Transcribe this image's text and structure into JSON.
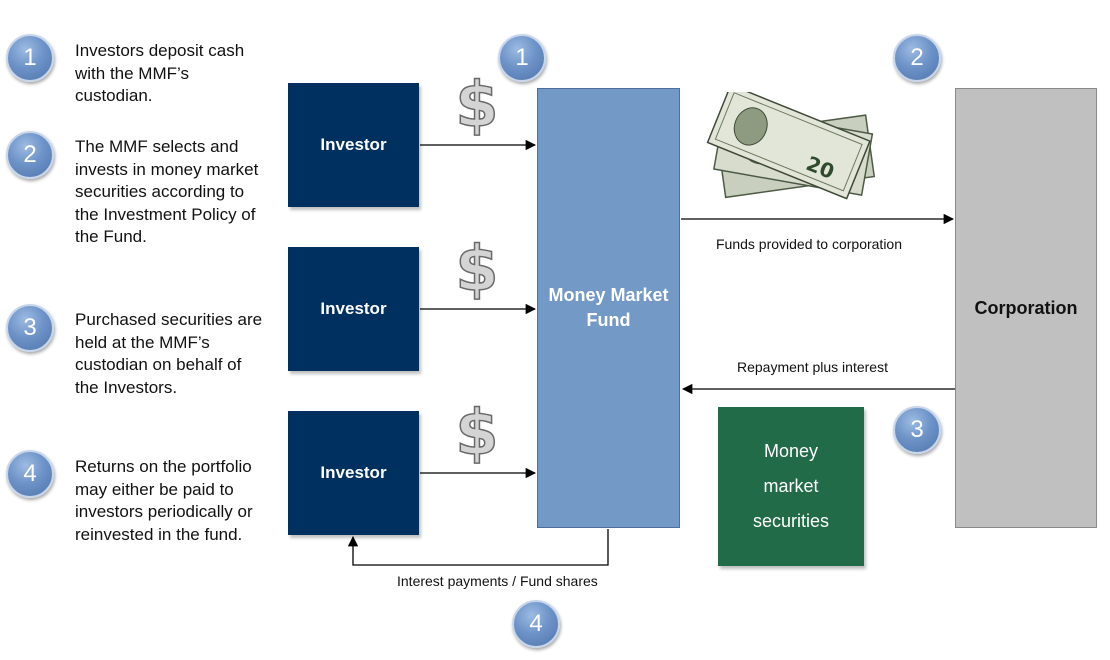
{
  "steps": [
    {
      "number": "1",
      "text": "Investors deposit cash with the MMF’s custodian."
    },
    {
      "number": "2",
      "text": "The MMF selects and invests in money market securities according to the Investment Policy of the Fund."
    },
    {
      "number": "3",
      "text": "Purchased securities are held at the MMF’s custodian on behalf of the Investors."
    },
    {
      "number": "4",
      "text": "Returns on the portfolio may either be paid to investors periodically or reinvested in the fund."
    }
  ],
  "boxes": {
    "investor": "Investor",
    "mmf_line1": "Money Market",
    "mmf_line2": "Fund",
    "corporation": "Corporation",
    "securities_line1": "Money",
    "securities_line2": "market",
    "securities_line3": "securities"
  },
  "flow_labels": {
    "funds_provided": "Funds provided to corporation",
    "repayment": "Repayment plus interest",
    "interest_payments": "Interest payments / Fund shares"
  },
  "diagram_markers": [
    "1",
    "2",
    "3",
    "4"
  ],
  "icons": {
    "dollar": "dollar-sign-icon",
    "cash": "cash-bills-icon"
  },
  "colors": {
    "investor": "#003060",
    "mmf": "#7399c6",
    "corporation": "#c0c0c0",
    "securities": "#216b48",
    "marker": "#6d93c8"
  }
}
